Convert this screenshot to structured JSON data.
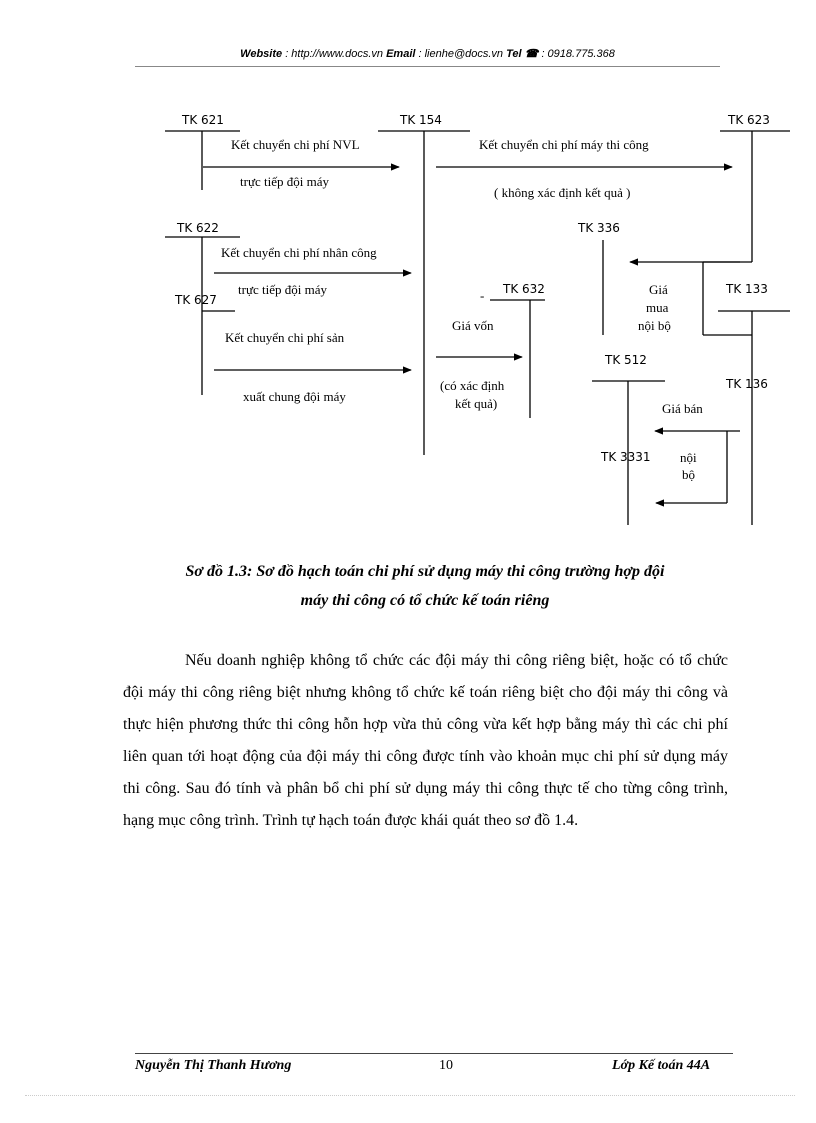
{
  "header": {
    "website_label": "Website",
    "website_value": ": http://www.docs.vn",
    "email_label": "Email",
    "email_value": ": lienhe@docs.vn",
    "tel_label": "Tel",
    "tel_value": ": 0918.775.368"
  },
  "diagram": {
    "accounts": {
      "tk621": "TK 621",
      "tk154": "TK 154",
      "tk623": "TK 623",
      "tk622": "TK 622",
      "tk627": "TK 627",
      "tk336": "TK 336",
      "tk632": "TK 632",
      "tk133": "TK 133",
      "tk512": "TK 512",
      "tk136": "TK 136",
      "tk3331": "TK 3331"
    },
    "labels": {
      "nvl_1": "Kết chuyển  chi phí NVL",
      "nvl_2": "trực tiếp  đội máy",
      "nc_1": "Kết chuyển  chi phí nhân công",
      "nc_2": "trực tiếp  đội máy",
      "sx_1": "Kết chuyển  chi phí sản",
      "sx_2": "xuất  chung  đội máy",
      "mtc_1": "Kết chuyển  chi phí máy thi công",
      "mtc_2": "( không  xác  định kết quả )",
      "gia_von": "Giá  vốn",
      "co_xd_1": "(có xác định",
      "co_xd_2": "kết quả)",
      "dash": "-",
      "gia": "Giá",
      "mua": "mua",
      "noi_bo": "nội bộ",
      "gia_ban": "Giá bán",
      "noi": "nội",
      "bo": "bộ"
    }
  },
  "caption": {
    "line1": "Sơ đồ 1.3: Sơ đồ hạch toán chi phí sử dụng máy thi công trường hợp đội",
    "line2": "máy thi công có tổ chức kế toán riêng"
  },
  "paragraph": "Nếu doanh nghiệp không tổ chức các đội máy thi công riêng biệt, hoặc có tổ chức đội máy thi công riêng biệt nhưng không tổ chức kế toán riêng biệt cho đội máy thi công và thực hiện phương thức thi công hỗn hợp vừa thủ công vừa kết hợp bằng máy thì các chi phí liên quan tới hoạt động của đội máy thi công được tính vào khoản mục chi phí sử dụng máy thi công. Sau đó tính và phân bổ chi phí sử dụng máy thi công thực tế cho từng công trình, hạng mục công trình. Trình tự hạch toán được khái quát theo sơ đồ 1.4.",
  "footer": {
    "author": "Nguyễn Thị Thanh Hương",
    "page_number": "10",
    "class_name": "Lớp Kế toán 44A"
  }
}
